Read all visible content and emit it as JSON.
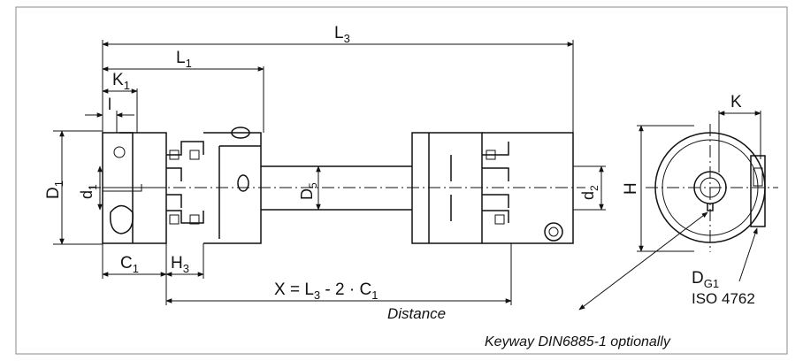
{
  "drawing": {
    "dimensions": {
      "l3": {
        "main": "L",
        "sub": "3"
      },
      "l1": {
        "main": "L",
        "sub": "1"
      },
      "k1": {
        "main": "K",
        "sub": "1"
      },
      "l": {
        "main": "l"
      },
      "d1_big": {
        "main": "D",
        "sub": "1"
      },
      "d1_small": {
        "main": "d",
        "sub": "1"
      },
      "d5": {
        "main": "D",
        "sub": "5"
      },
      "d2": {
        "main": "d",
        "sub": "2"
      },
      "c1": {
        "main": "C",
        "sub": "1"
      },
      "h3": {
        "main": "H",
        "sub": "3"
      },
      "h": {
        "main": "H"
      },
      "k": {
        "main": "K"
      },
      "dg1": {
        "main": "D",
        "sub": "G1"
      }
    },
    "formula": {
      "prefix": "X = L",
      "sub1": "3",
      "middle": " - 2 · C",
      "sub2": "1"
    },
    "distance_label": "Distance",
    "iso_label": "ISO 4762",
    "keyway_note": "Keyway DIN6885-1 optionally"
  }
}
